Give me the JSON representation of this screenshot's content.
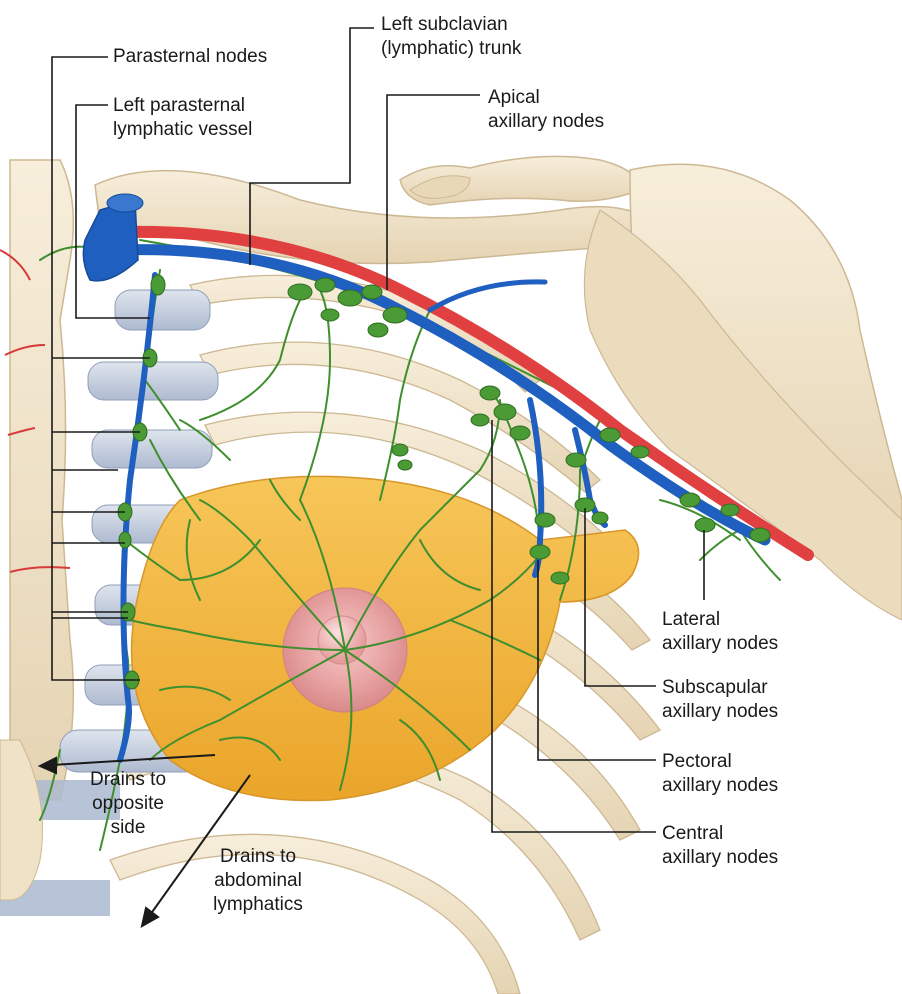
{
  "labels": {
    "parasternal_nodes": "Parasternal nodes",
    "left_parasternal_vessel": [
      "Left parasternal",
      "lymphatic vessel"
    ],
    "left_subclavian_trunk": [
      "Left subclavian",
      "(lymphatic) trunk"
    ],
    "apical_axillary_nodes": [
      "Apical",
      "axillary nodes"
    ],
    "lateral_axillary_nodes": [
      "Lateral",
      "axillary nodes"
    ],
    "subscapular_axillary_nodes": [
      "Subscapular",
      "axillary nodes"
    ],
    "pectoral_axillary_nodes": [
      "Pectoral",
      "axillary nodes"
    ],
    "central_axillary_nodes": [
      "Central",
      "axillary nodes"
    ],
    "drains_opposite": [
      "Drains to",
      "opposite",
      "side"
    ],
    "drains_abdominal": [
      "Drains to",
      "abdominal",
      "lymphatics"
    ]
  },
  "colors": {
    "bone": "#f3e8d2",
    "bone_shadow": "#dcc9a6",
    "cartilage": "#c9d3e3",
    "breast_tissue": "#f4b93d",
    "areola": "#e39a9a",
    "lymph_green": "#3f8f2f",
    "node_green": "#4a9a36",
    "vein_blue": "#1f5fbf",
    "artery_red": "#e04040",
    "leader_line": "#1a1a1a"
  }
}
